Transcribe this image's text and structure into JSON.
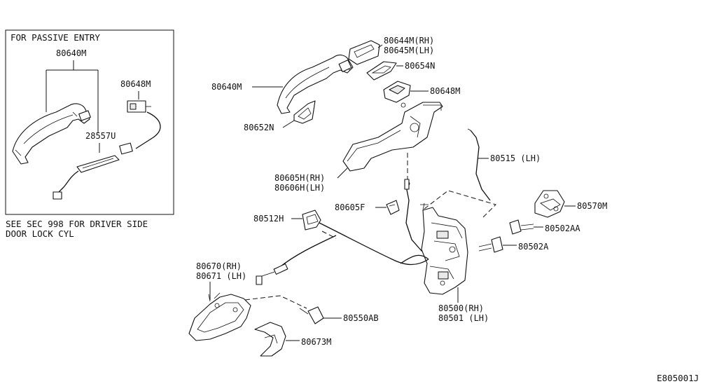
{
  "inset": {
    "title": "FOR PASSIVE ENTRY",
    "note_line1": "SEE SEC 998 FOR DRIVER SIDE",
    "note_line2": "DOOR LOCK CYL"
  },
  "labels": {
    "inset_80640M": "80640M",
    "inset_80648M": "80648M",
    "inset_28557U": "28557U",
    "p80644M": "80644M(RH)",
    "p80645M": "80645M(LH)",
    "p80654N": "80654N",
    "p80640M": "80640M",
    "p80648M": "80648M",
    "p80652N": "80652N",
    "p80515": "80515 (LH)",
    "p80605H_RH": "80605H(RH)",
    "p80606H_LH": "80606H(LH)",
    "p80605F": "80605F",
    "p80570M": "80570M",
    "p80512H": "80512H",
    "p80502AA": "80502AA",
    "p80502A": "80502A",
    "p80670": "80670(RH)",
    "p80671": "80671 (LH)",
    "p80500": "80500(RH)",
    "p80501": "80501 (LH)",
    "p80550AB": "80550AB",
    "p80673M": "80673M"
  },
  "footer": {
    "code": "E805001J"
  }
}
